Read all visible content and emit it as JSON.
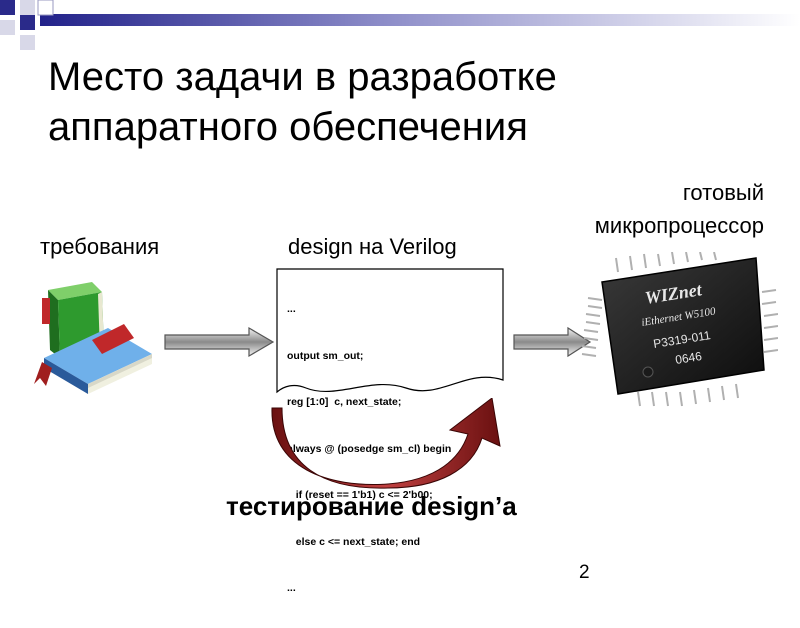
{
  "slide": {
    "title": "Место задачи в разработке аппаратного обеспечения",
    "page_number": "2"
  },
  "diagram": {
    "requirements_label": "требования",
    "design_label": "design на Verilog",
    "processor_label_line1": "готовый",
    "processor_label_line2": "микропроцессор",
    "testing_label": "тестирование design’a",
    "code_lines": [
      "...",
      "output sm_out;",
      "reg [1:0]  c, next_state;",
      "always @ (posedge sm_cl) begin",
      "   if (reset == 1'b1) c <= 2'b00;",
      "   else c <= next_state; end",
      "..."
    ],
    "chip_text": {
      "brand": "WIZnet",
      "model": "iEthernet W5100",
      "code1": "P3319-011",
      "code2": "0646"
    }
  },
  "colors": {
    "accent_squares": "#2a2a8a",
    "curved_arrow": "#8b1a1a",
    "book_green": "#2e8b2e",
    "book_blue": "#4a8fd0",
    "bookmark_red": "#c0282a"
  }
}
